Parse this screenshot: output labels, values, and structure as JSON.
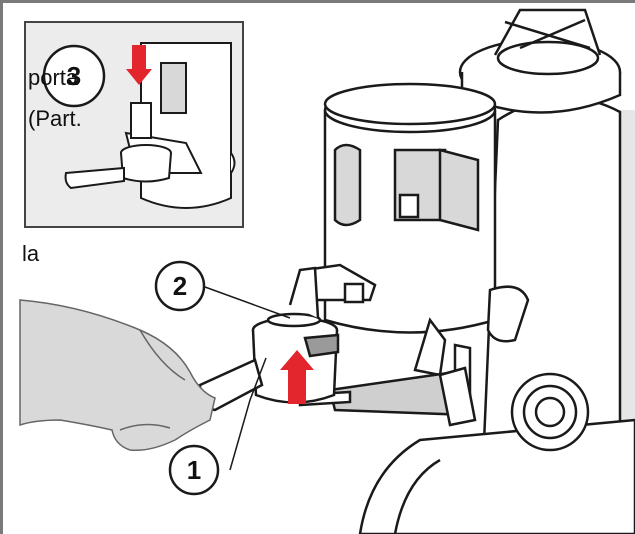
{
  "side_text": {
    "line1": "porta",
    "line2": "(Part.",
    "line3": "la"
  },
  "callouts": {
    "inset": "3",
    "part_2": "2",
    "part_1": "1"
  },
  "colors": {
    "arrow": "#e3262d",
    "line": "#1a1a1a",
    "shade": "#d8d8d8"
  },
  "icons": {
    "inset_arrow": "down-arrow-icon",
    "main_arrow": "up-arrow-icon"
  }
}
